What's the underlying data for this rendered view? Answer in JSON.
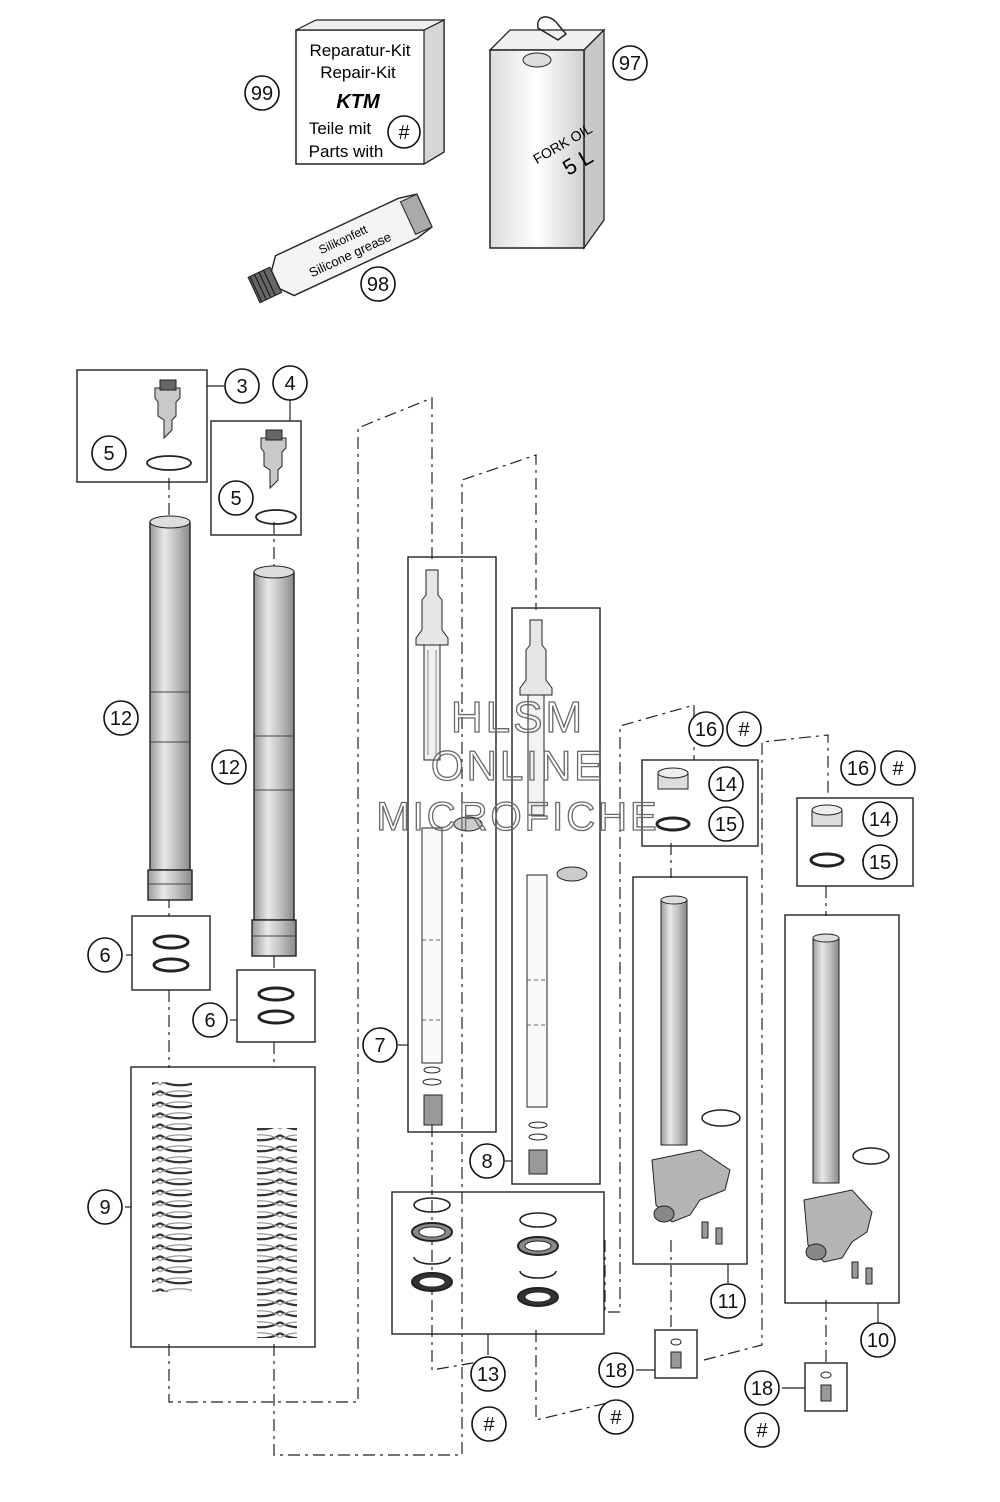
{
  "diagram": {
    "kit": {
      "line1": "Reparatur-Kit",
      "line2": "Repair-Kit",
      "logo": "KTM",
      "line3": "Teile mit",
      "line4": "Parts with",
      "badge": "#"
    },
    "oil_can": {
      "line1": "FORK OIL",
      "line2": "5 L"
    },
    "grease_tube": {
      "line1": "Silikonfett",
      "line2": "Silicone grease"
    },
    "callouts": {
      "c99": "99",
      "c97": "97",
      "c98": "98",
      "c3": "3",
      "c4": "4",
      "c5a": "5",
      "c5b": "5",
      "c12a": "12",
      "c12b": "12",
      "c6a": "6",
      "c6b": "6",
      "c9": "9",
      "c7": "7",
      "c8": "8",
      "c13": "13",
      "c16a": "16",
      "c14a": "14",
      "c15a": "15",
      "c11": "11",
      "c18a": "18",
      "c16b": "16",
      "c14b": "14",
      "c15b": "15",
      "c10": "10",
      "c18b": "18",
      "h1": "#",
      "h2": "#",
      "h3": "#",
      "h4": "#",
      "h5": "#"
    },
    "watermark": {
      "line1": "HLSM",
      "line2": "ONLINE",
      "line3": "MICROFICHE"
    }
  }
}
